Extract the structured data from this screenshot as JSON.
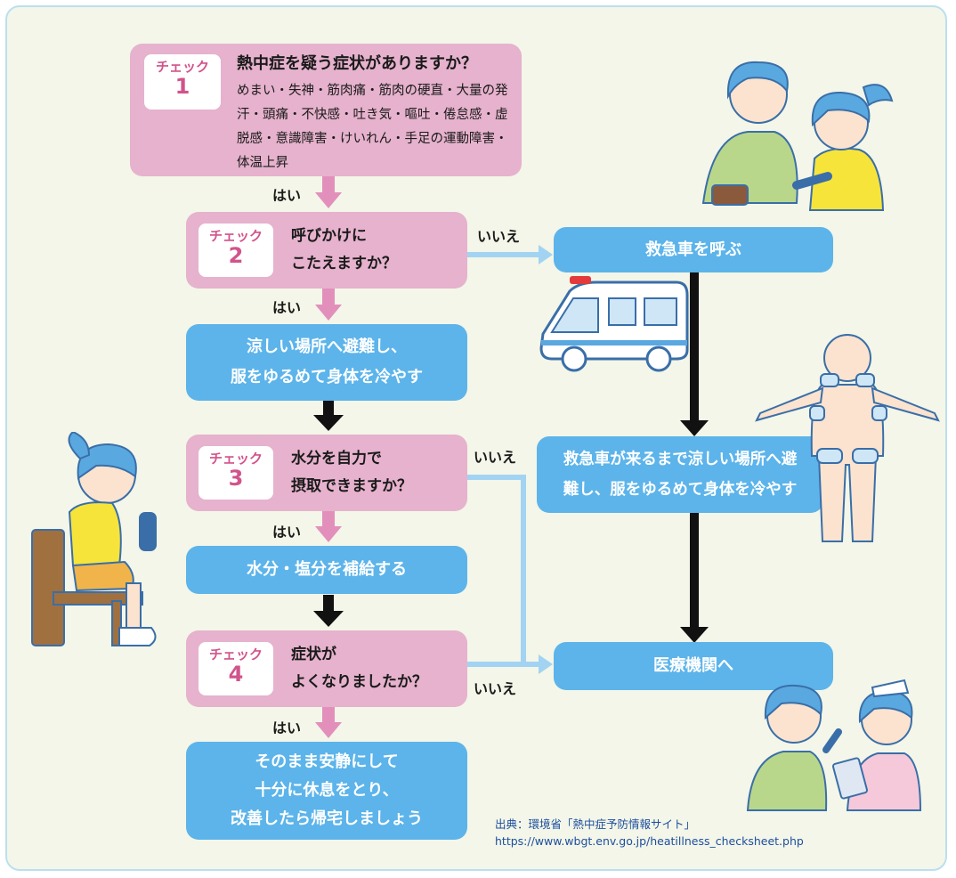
{
  "check_label": "チェック",
  "yes": "はい",
  "no": "いいえ",
  "check1": {
    "number": "1",
    "title": "熱中症を疑う症状がありますか？",
    "symptoms": "めまい・失神・筋肉痛・筋肉の硬直・大量の発汗・頭痛・不快感・吐き気・嘔吐・倦怠感・虚脱感・意識障害・けいれん・手足の運動障害・体温上昇"
  },
  "check2": {
    "number": "2",
    "line1": "呼びかけに",
    "line2": "こたえますか？"
  },
  "check3": {
    "number": "3",
    "line1": "水分を自力で",
    "line2": "摂取できますか？"
  },
  "check4": {
    "number": "4",
    "line1": "症状が",
    "line2": "よくなりましたか？"
  },
  "actions": {
    "cool_line1": "涼しい場所へ避難し、",
    "cool_line2": "服をゆるめて身体を冷やす",
    "hydrate": "水分・塩分を補給する",
    "rest_line1": "そのまま安静にして",
    "rest_line2": "十分に休息をとり、",
    "rest_line3": "改善したら帰宅しましょう",
    "ambulance": "救急車を呼ぶ",
    "wait_line1": "救急車が来るまで涼しい場所へ避",
    "wait_line2": "難し、服をゆるめて身体を冷やす",
    "hospital": "医療機関へ"
  },
  "source": {
    "line1": "出典：環境省「熱中症予防情報サイト」",
    "line2": "https://www.wbgt.env.go.jp/heatillness_checksheet.php"
  },
  "colors": {
    "pink_box": "#e6b2cd",
    "blue_box": "#5cb4ea",
    "badge_text": "#d2538b",
    "pink_arrow": "#e290bb",
    "light_blue_arrow": "#a3d3f2",
    "background": "#f3f6e8"
  }
}
